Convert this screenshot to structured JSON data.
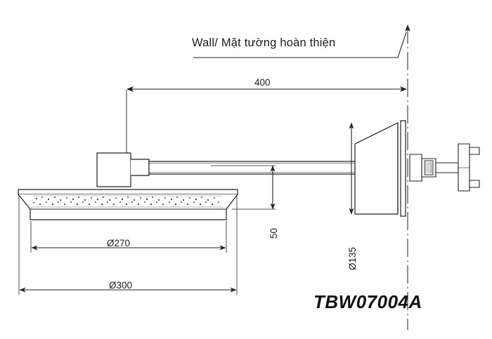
{
  "diagram": {
    "title_note": "Wall/ Mặt tường hoàn thiện",
    "model_code": "TBW07004A",
    "dimensions": {
      "arm_length": "400",
      "drop_height": "50",
      "head_face_dia": "Ø270",
      "head_outer_dia": "Ø300",
      "escutcheon_dia": "Ø135"
    },
    "colors": {
      "line": "#231f20",
      "text": "#1a1a1a",
      "background": "#ffffff"
    }
  }
}
